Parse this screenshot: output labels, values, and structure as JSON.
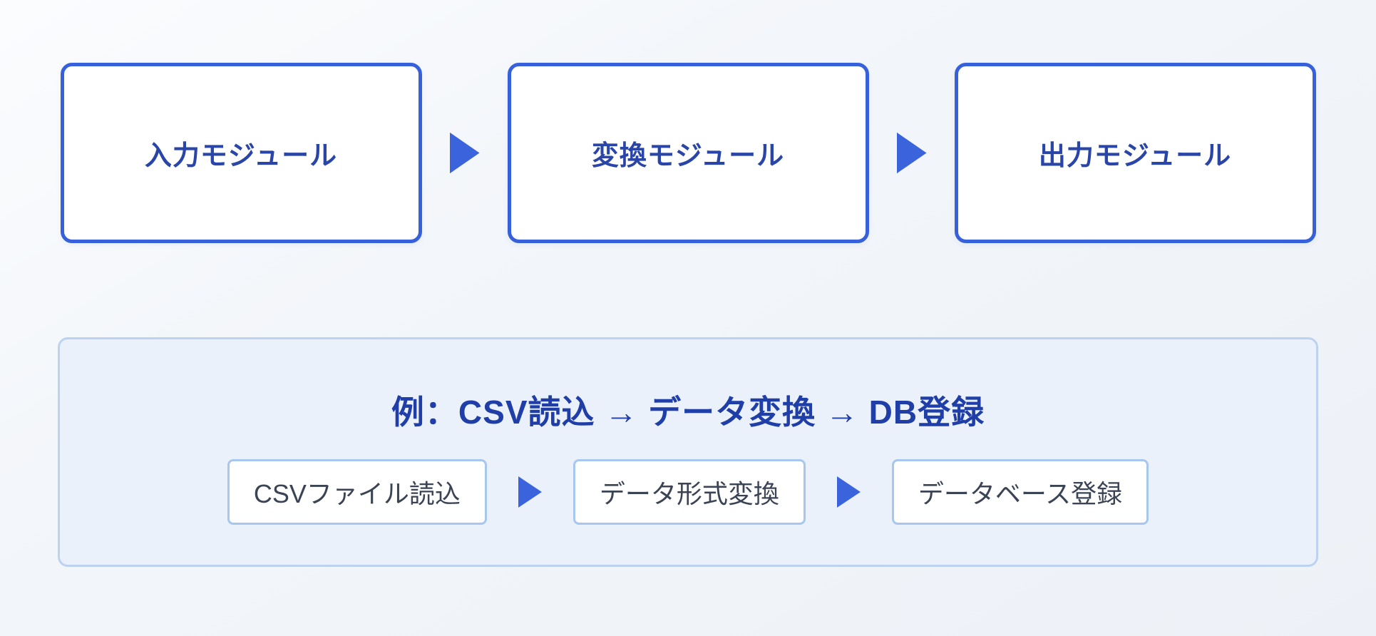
{
  "colors": {
    "background_top": "#fbfcfe",
    "background_bottom": "#edf1f7",
    "module_bg": "#ffffff",
    "module_border": "#3761da",
    "module_text": "#2a45a8",
    "arrow_blue": "#3b63db",
    "panel_border": "#bdd2f1",
    "panel_bg": "#ebf1fb",
    "panel_title_text": "#1f3ea8",
    "step_border": "#a8c7ef",
    "step_bg": "#ffffff",
    "step_text": "#3b4454"
  },
  "icons": {
    "flow_arrow": "▶"
  },
  "pipeline": {
    "modules": [
      {
        "label": "入力モジュール"
      },
      {
        "label": "変換モジュール"
      },
      {
        "label": "出力モジュール"
      }
    ]
  },
  "example": {
    "title": "例：CSV読込 → データ変換 → DB登録",
    "steps": [
      {
        "label": "CSVファイル読込"
      },
      {
        "label": "データ形式変換"
      },
      {
        "label": "データベース登録"
      }
    ]
  }
}
